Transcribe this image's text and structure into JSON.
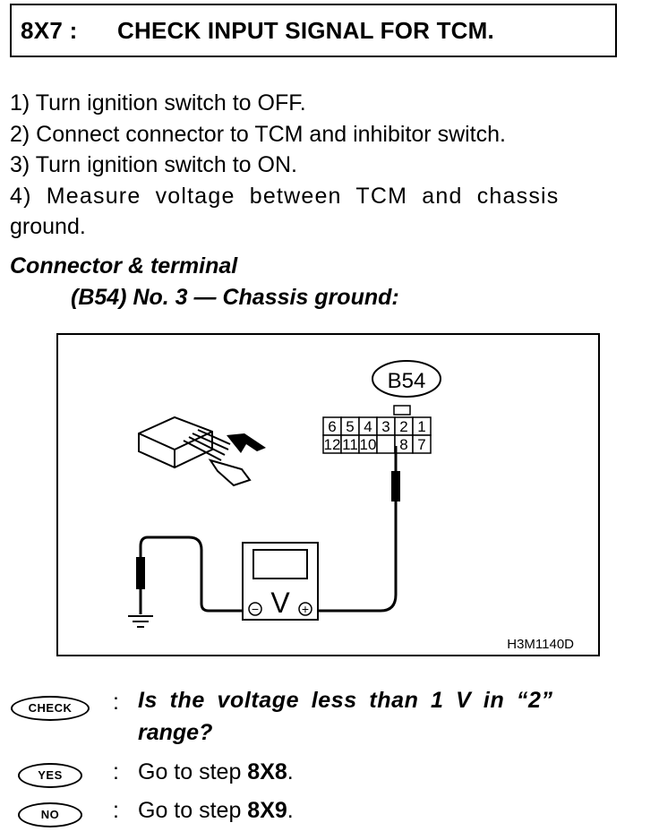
{
  "header": {
    "step": "8X7 :",
    "title": "CHECK INPUT SIGNAL FOR TCM."
  },
  "steps": [
    "1) Turn ignition switch to OFF.",
    "2) Connect connector to TCM and inhibitor switch.",
    "3) Turn ignition switch to ON.",
    "4) Measure voltage between TCM and chassis",
    "ground."
  ],
  "connector_label": {
    "title": "Connector & terminal",
    "subtitle": "(B54) No. 3 — Chassis ground:"
  },
  "diagram": {
    "connector_id": "B54",
    "pins_top": [
      "6",
      "5",
      "4",
      "3",
      "2",
      "1"
    ],
    "pins_bottom": [
      "12",
      "11",
      "10",
      "",
      "8",
      "7"
    ],
    "meter_symbol": "V",
    "minus": "−",
    "plus": "+",
    "figure_code": "H3M1140D"
  },
  "qa": {
    "check_badge": "CHECK",
    "question_line1": "Is the voltage less than 1 V in “2”",
    "question_line2": "range?",
    "yes_badge": "YES",
    "yes_prefix": "Go to step ",
    "yes_target": "8X8",
    "yes_suffix": ".",
    "no_badge": "NO",
    "no_prefix": "Go to step ",
    "no_target": "8X9",
    "no_suffix": ".",
    "colon": ":"
  }
}
